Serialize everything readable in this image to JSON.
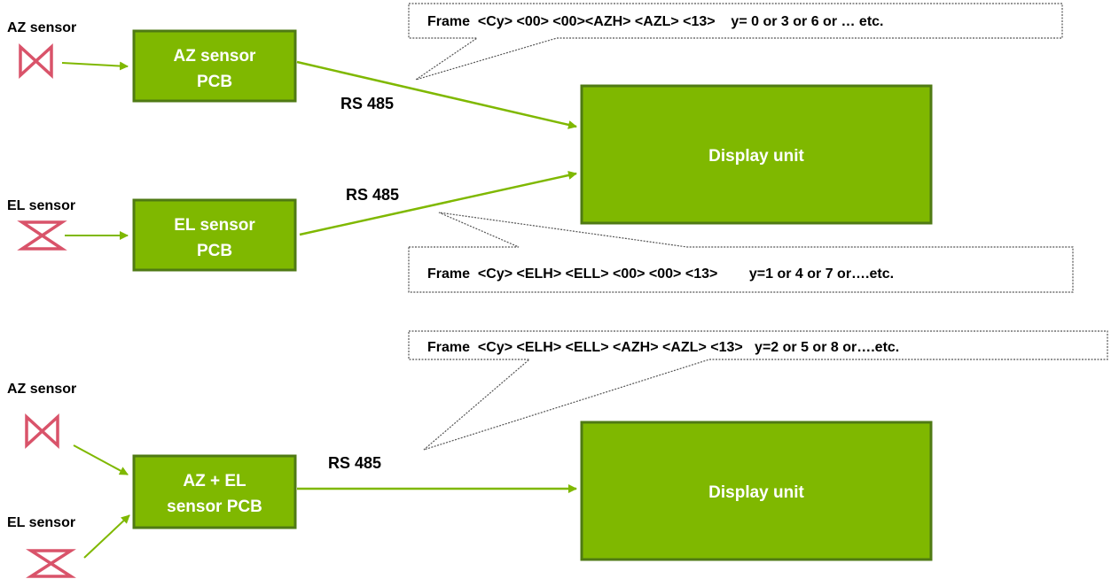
{
  "colors": {
    "box_fill": "#7fb800",
    "box_stroke": "#4f7a14",
    "arrow": "#7fb800",
    "sensor_symbol": "#d9536a",
    "text": "#000000",
    "box_text": "#ffffff",
    "callout_border": "#555555"
  },
  "top": {
    "az_sensor_label": "AZ sensor",
    "az_pcb_line1": "AZ sensor",
    "az_pcb_line2": "PCB",
    "el_sensor_label": "EL sensor",
    "el_pcb_line1": "EL sensor",
    "el_pcb_line2": "PCB",
    "display_label": "Display unit",
    "rs485_az": "RS 485",
    "rs485_el": "RS 485",
    "frame_az": "Frame  <Cy> <00> <00><AZH> <AZL> <13>    y= 0 or 3 or 6 or … etc.",
    "frame_el": "Frame  <Cy> <ELH> <ELL> <00> <00> <13>        y=1 or 4 or 7 or….etc."
  },
  "bottom": {
    "az_sensor_label": "AZ sensor",
    "el_sensor_label": "EL sensor",
    "combo_pcb_line1": "AZ + EL",
    "combo_pcb_line2": "sensor PCB",
    "display_label": "Display unit",
    "rs485": "RS 485",
    "frame_combo": "Frame  <Cy> <ELH> <ELL> <AZH> <AZL> <13>   y=2 or 5 or 8 or….etc."
  }
}
